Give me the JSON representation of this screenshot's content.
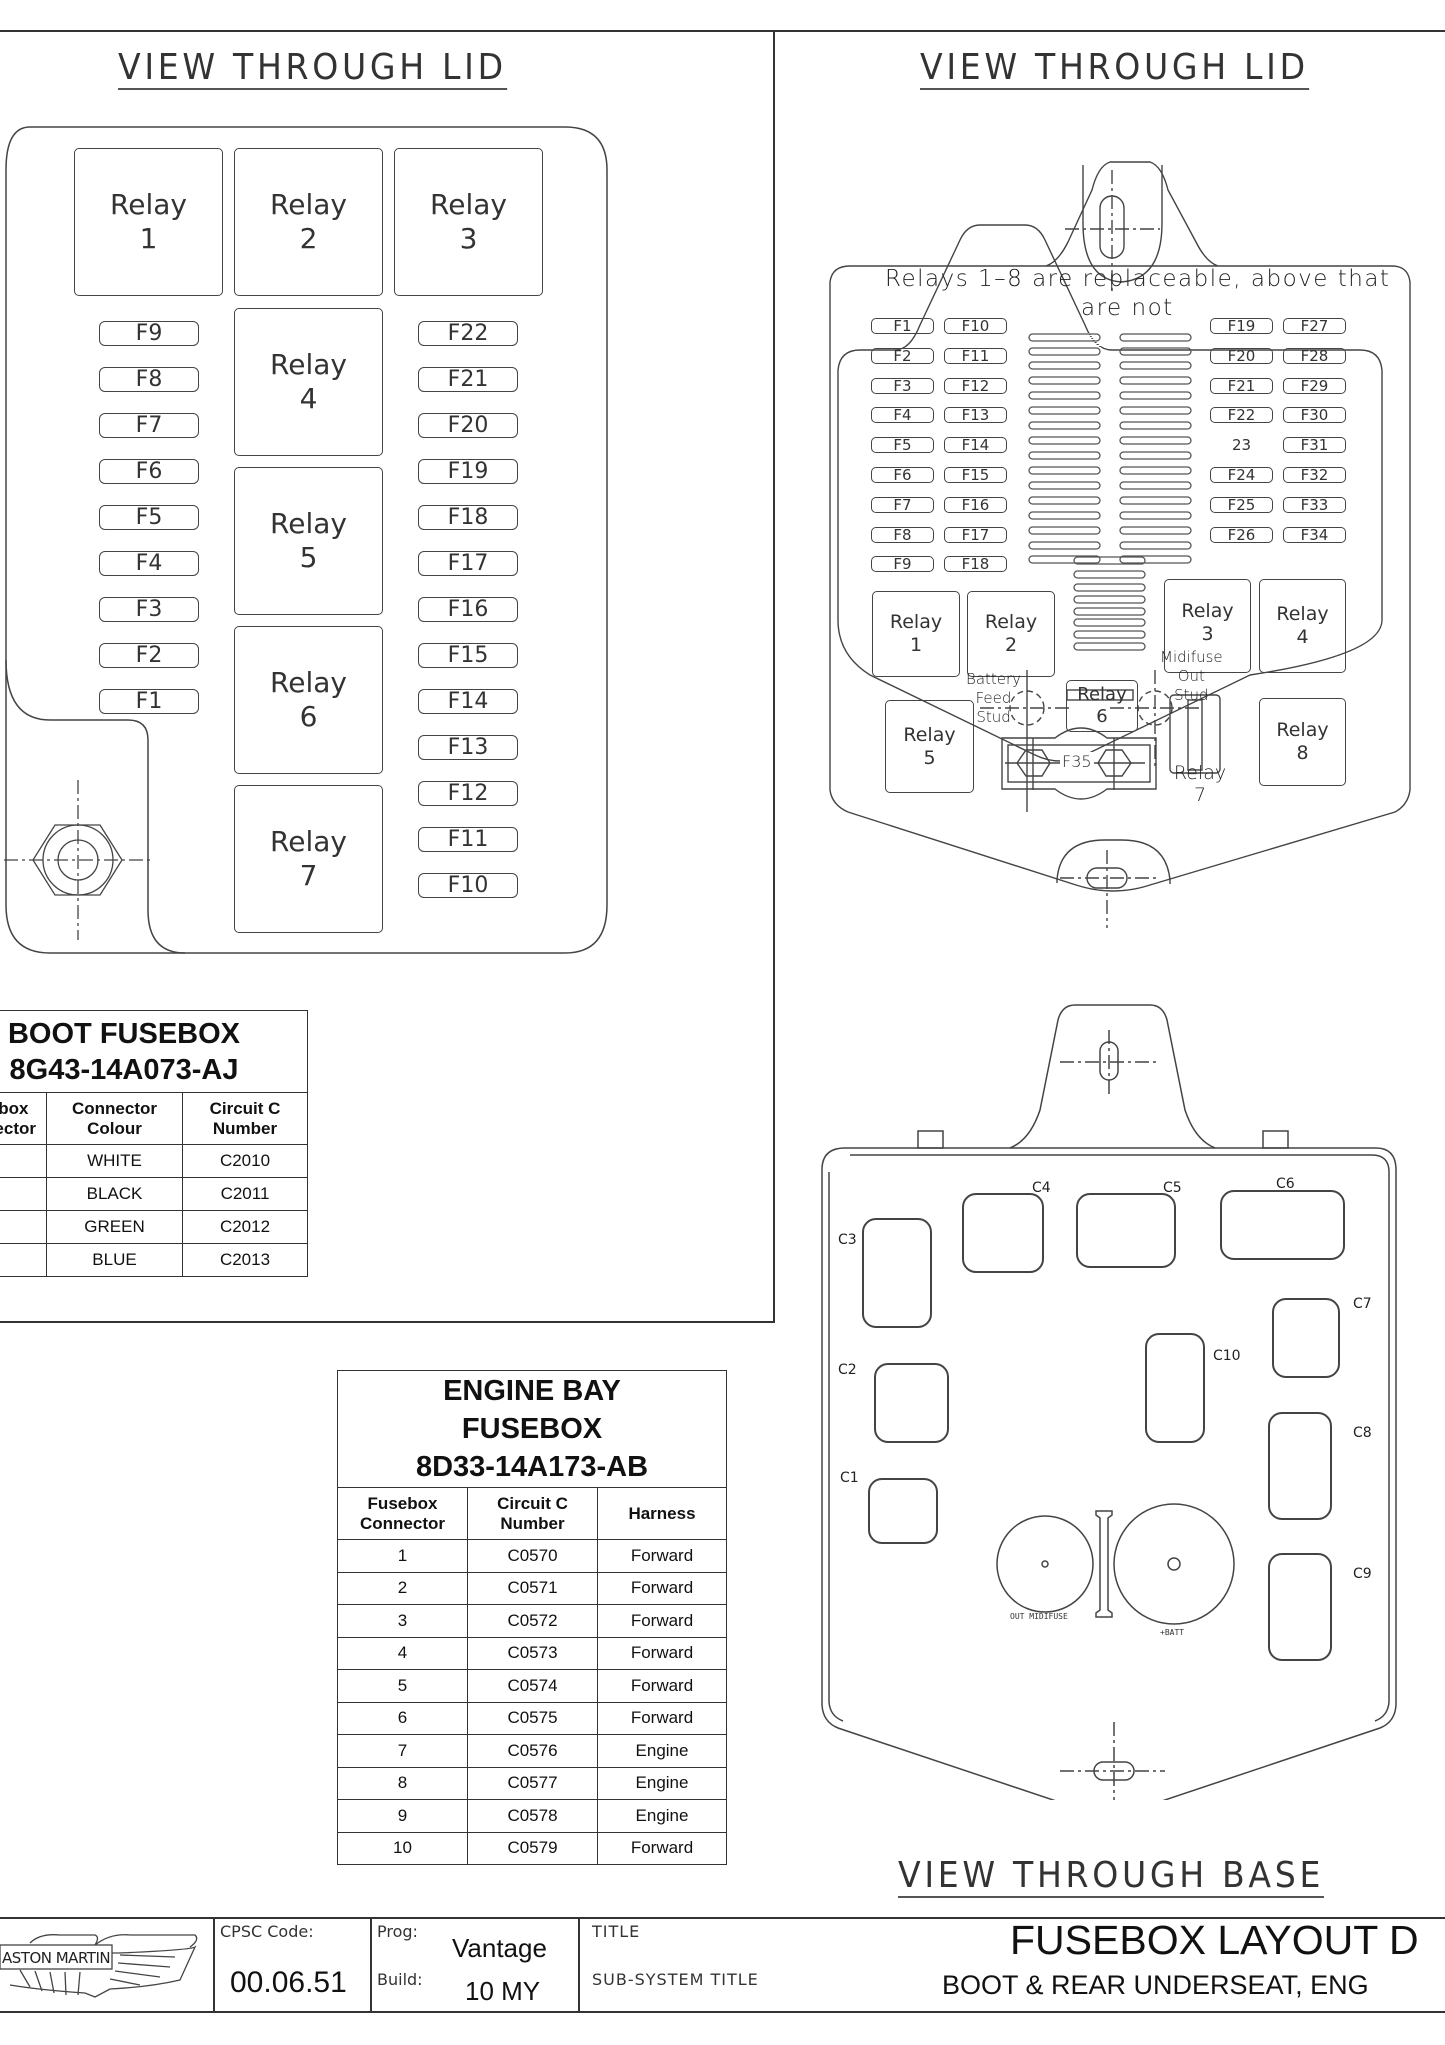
{
  "boot_fusebox_view": {
    "title": "VIEW THROUGH LID",
    "relays": [
      {
        "label": "Relay\n1"
      },
      {
        "label": "Relay\n2"
      },
      {
        "label": "Relay\n3"
      },
      {
        "label": "Relay\n4"
      },
      {
        "label": "Relay\n5"
      },
      {
        "label": "Relay\n6"
      },
      {
        "label": "Relay\n7"
      }
    ],
    "fuses_left": [
      "F9",
      "F8",
      "F7",
      "F6",
      "F5",
      "F4",
      "F3",
      "F2",
      "F1"
    ],
    "fuses_right": [
      "F22",
      "F21",
      "F20",
      "F19",
      "F18",
      "F17",
      "F16",
      "F15",
      "F14",
      "F13",
      "F12",
      "F11",
      "F10"
    ]
  },
  "rear_fusebox_view": {
    "title": "VIEW THROUGH LID",
    "note": "Relays 1-8 are replaceable, above that are not",
    "note_line1": "Relays 1–8 are replaceable, above that",
    "note_line2": "are not",
    "fuse_col1": [
      "F1",
      "F2",
      "F3",
      "F4",
      "F5",
      "F6",
      "F7",
      "F8",
      "F9"
    ],
    "fuse_col2": [
      "F10",
      "F11",
      "F12",
      "F13",
      "F14",
      "F15",
      "F16",
      "F17",
      "F18"
    ],
    "fuse_col3": [
      "F19",
      "F20",
      "F21",
      "F22",
      "23",
      "F24",
      "F25",
      "F26"
    ],
    "fuse_col4": [
      "F27",
      "F28",
      "F29",
      "F30",
      "F31",
      "F32",
      "F33",
      "F34"
    ],
    "relays": {
      "r1": "Relay\n1",
      "r2": "Relay\n2",
      "r3": "Relay\n3",
      "r4": "Relay\n4",
      "r5": "Relay\n5",
      "r6": "Relay\n6",
      "r7": "Relay\n7",
      "r8": "Relay\n8"
    },
    "midifuse": "F35",
    "battery_feed_stud": "Battery\nFeed\nStud",
    "midifuse_out_stud": "Midifuse\nOut\nStud"
  },
  "boot_table": {
    "title_line1": "BOOT FUSEBOX",
    "title_line2": "8G43-14A073-AJ",
    "headers": [
      "Fusebox\nConnector",
      "Connector\nColour",
      "Circuit C\nNumber"
    ],
    "rows": [
      [
        "",
        "WHITE",
        "C2010"
      ],
      [
        "",
        "BLACK",
        "C2011"
      ],
      [
        "",
        "GREEN",
        "C2012"
      ],
      [
        "",
        "BLUE",
        "C2013"
      ]
    ]
  },
  "engine_table": {
    "title_line1": "ENGINE BAY",
    "title_line2": "FUSEBOX",
    "title_line3": "8D33-14A173-AB",
    "headers": [
      "Fusebox\nConnector",
      "Circuit C\nNumber",
      "Harness"
    ],
    "rows": [
      [
        "1",
        "C0570",
        "Forward"
      ],
      [
        "2",
        "C0571",
        "Forward"
      ],
      [
        "3",
        "C0572",
        "Forward"
      ],
      [
        "4",
        "C0573",
        "Forward"
      ],
      [
        "5",
        "C0574",
        "Forward"
      ],
      [
        "6",
        "C0575",
        "Forward"
      ],
      [
        "7",
        "C0576",
        "Engine"
      ],
      [
        "8",
        "C0577",
        "Engine"
      ],
      [
        "9",
        "C0578",
        "Engine"
      ],
      [
        "10",
        "C0579",
        "Forward"
      ]
    ]
  },
  "engine_bay_view": {
    "title": "VIEW THROUGH BASE",
    "connectors": {
      "c1": "C1",
      "c2": "C2",
      "c3": "C3",
      "c4": "C4",
      "c5": "C5",
      "c6": "C6",
      "c7": "C7",
      "c8": "C8",
      "c9": "C9",
      "c10": "C10"
    },
    "out_midifuse": "OUT MIDIFUSE",
    "batt": "+BATT"
  },
  "title_block": {
    "logo_text": "ASTON MARTIN",
    "cpsc_label": "CPSC Code:",
    "cpsc_value": "00.06.51",
    "prog_label": "Prog:",
    "prog_value": "Vantage",
    "build_label": "Build:",
    "build_value": "10 MY",
    "title_label": "TITLE",
    "subsystem_label": "SUB-SYSTEM TITLE",
    "title_value": "FUSEBOX LAYOUT D",
    "subtitle_value": "BOOT & REAR UNDERSEAT, ENG"
  }
}
